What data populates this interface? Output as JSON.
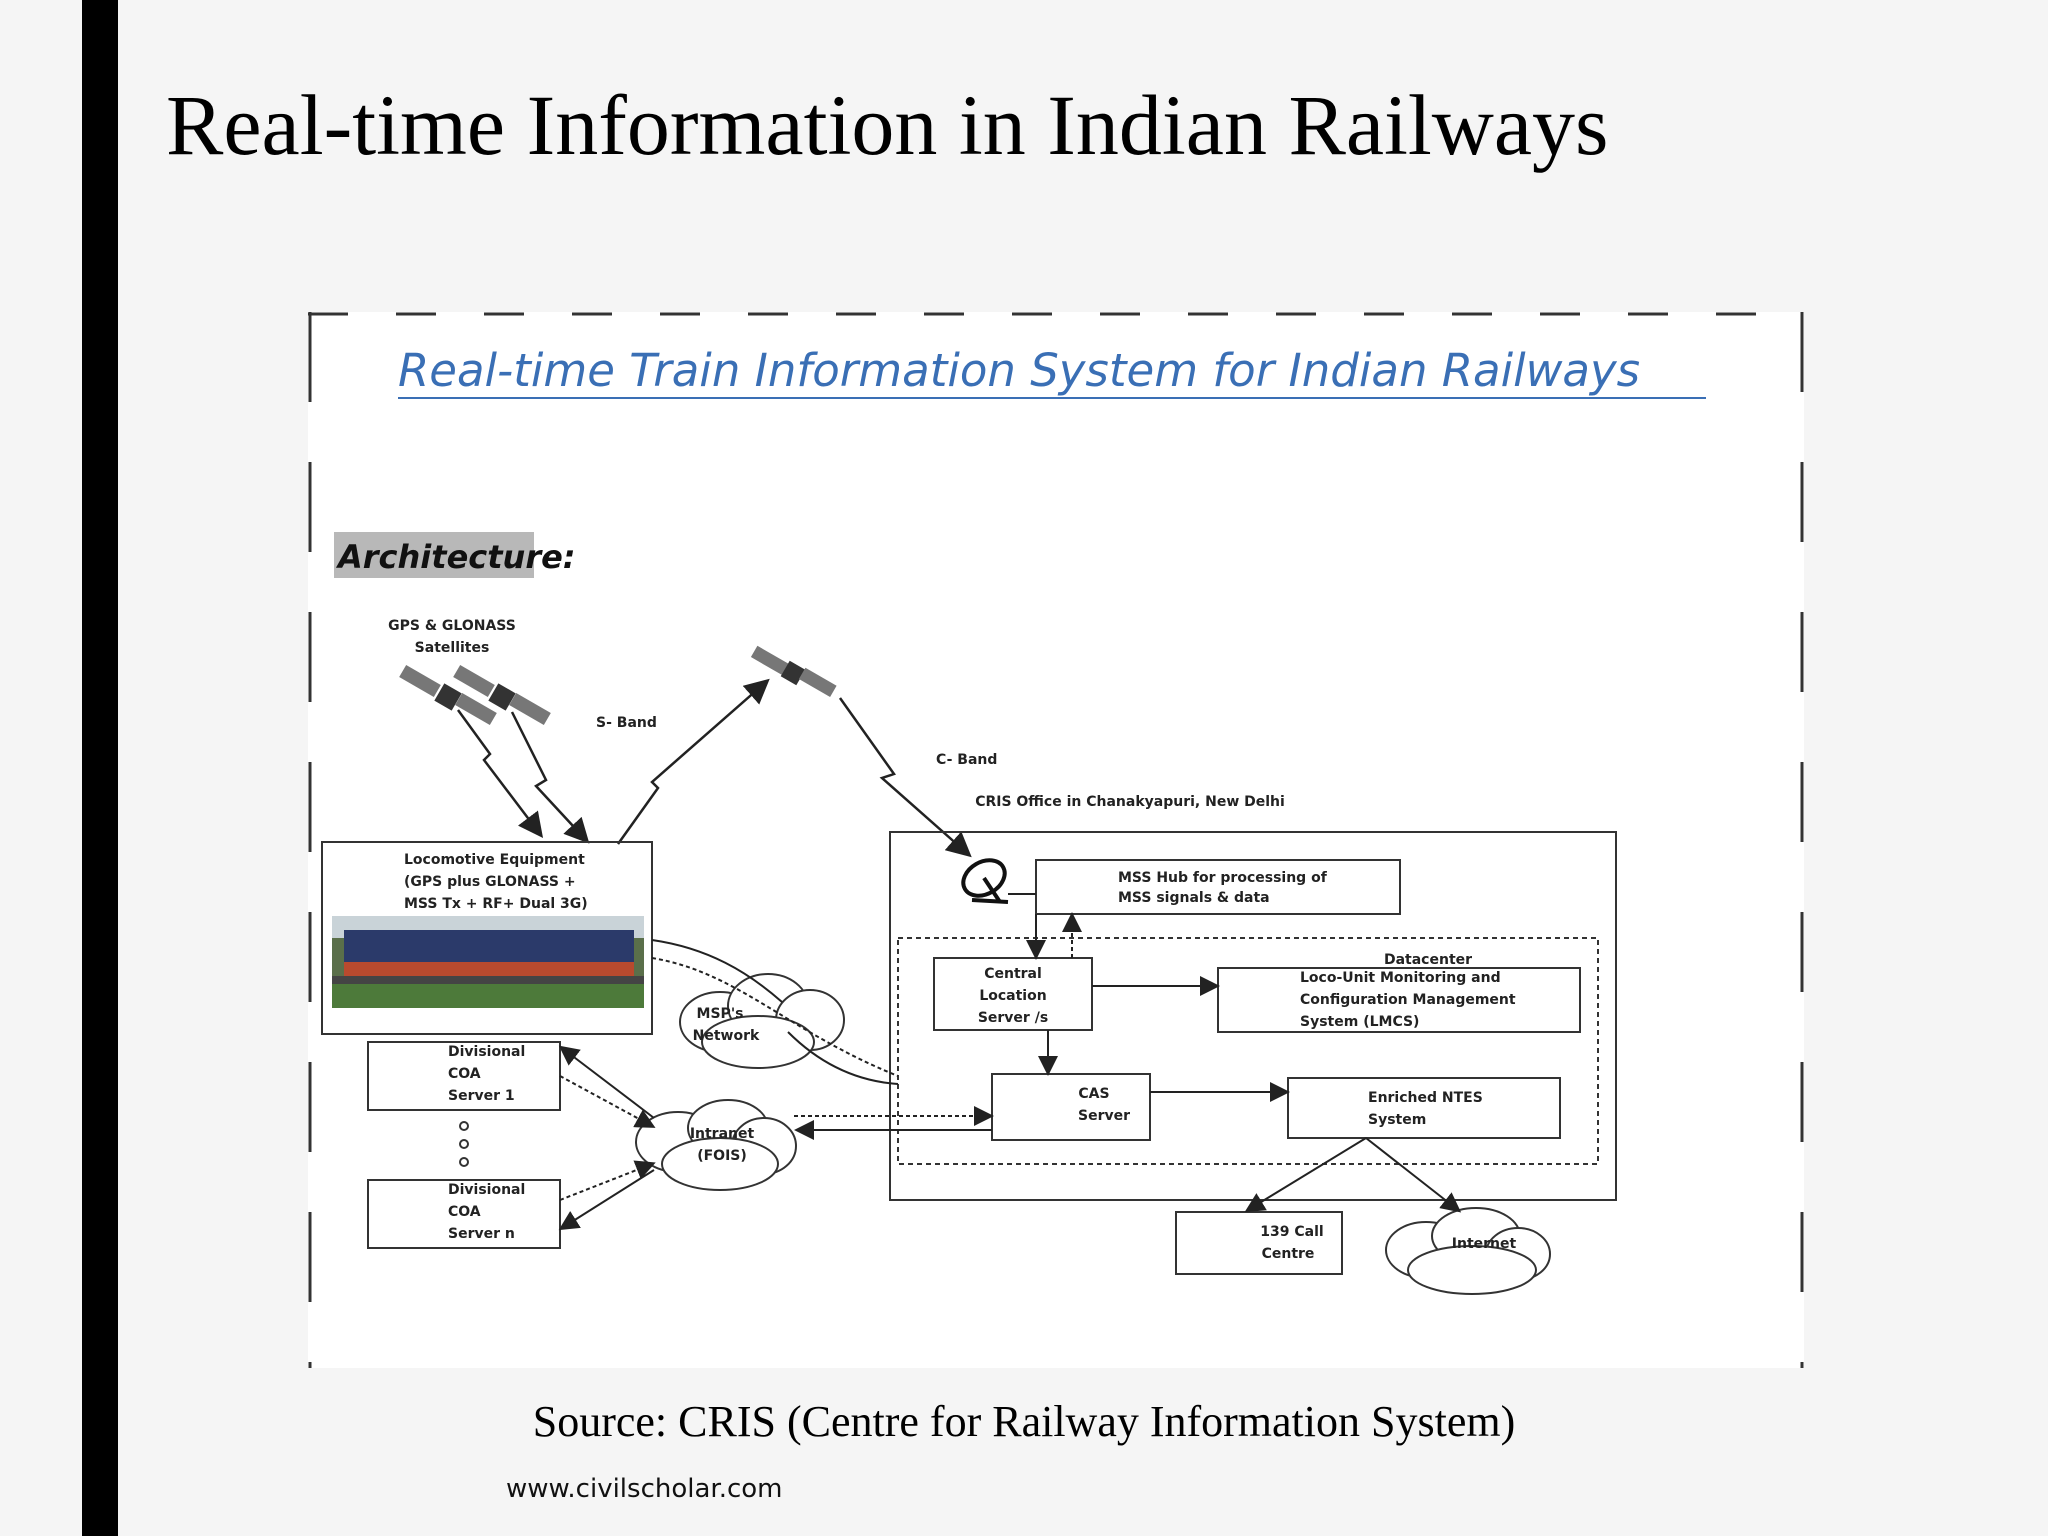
{
  "slide": {
    "title": "Real-time Information in Indian Railways",
    "source": "Source: CRIS (Centre for Railway Information System)",
    "website": "www.civilscholar.com"
  },
  "diagram": {
    "title": "Real-time Train Information System for Indian Railways",
    "section_label": "Architecture:",
    "satellites_label_1": "GPS & GLONASS",
    "satellites_label_2": "Satellites",
    "s_band": "S- Band",
    "c_band": "C- Band",
    "cris_office": "CRIS Office in Chanakyapuri, New Delhi",
    "loco": [
      "Locomotive Equipment",
      "(GPS plus GLONASS +",
      "MSS Tx + RF+ Dual 3G)"
    ],
    "mss_hub": [
      "MSS Hub for processing of",
      "MSS signals & data"
    ],
    "datacenter": "Datacenter",
    "central_location": [
      "Central",
      "Location",
      "Server /s"
    ],
    "lmcs": [
      "Loco-Unit Monitoring and",
      "Configuration Management",
      "System (LMCS)"
    ],
    "msp_network": [
      "MSP's",
      "Network"
    ],
    "cas_server": [
      "CAS",
      "Server"
    ],
    "ntes": [
      "Enriched NTES",
      "System"
    ],
    "intranet": [
      "Intranet",
      "(FOIS)"
    ],
    "coa_1": [
      "Divisional",
      "COA",
      "Server  1"
    ],
    "coa_n": [
      "Divisional",
      "COA",
      "Server  n"
    ],
    "call_centre": [
      "139 Call",
      "Centre"
    ],
    "internet": "Internet"
  },
  "colors": {
    "accent_title": "#3a6fb5",
    "background": "#f5f5f5",
    "left_bar": "#000000"
  }
}
